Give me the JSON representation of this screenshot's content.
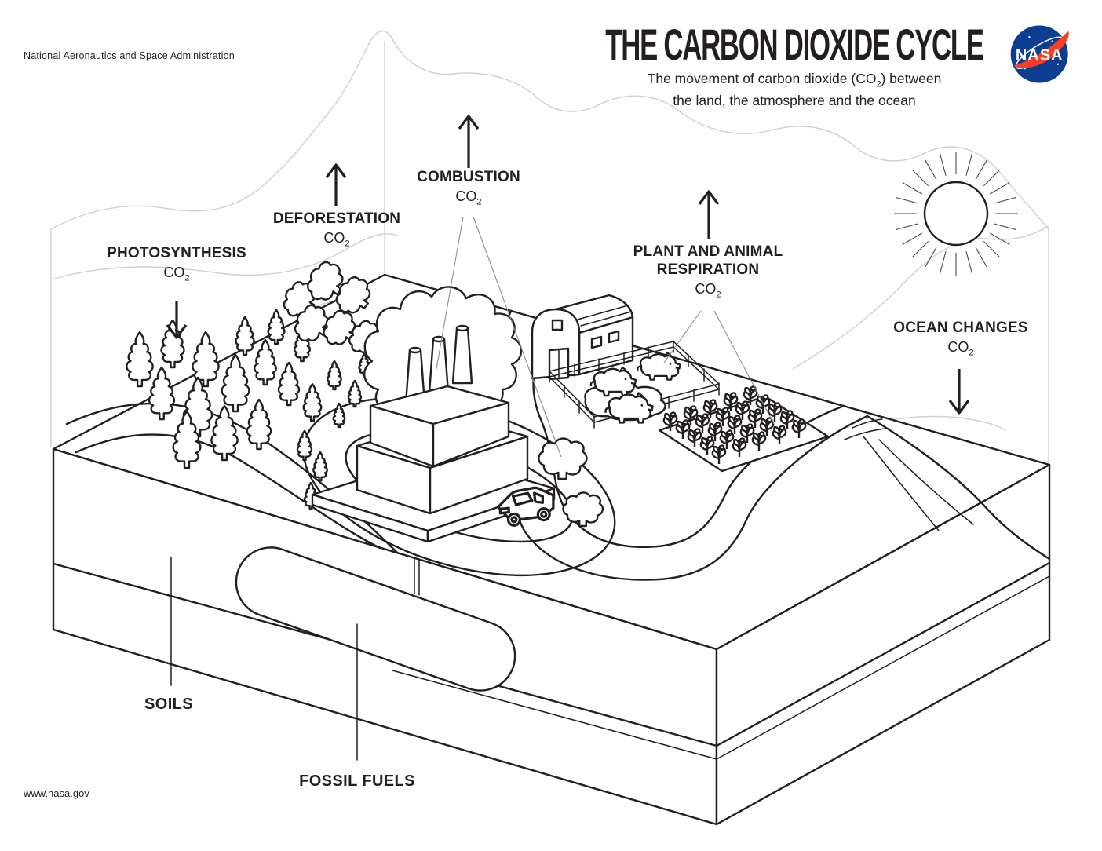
{
  "colors": {
    "ink": "#231f20",
    "cloud_line": "#cfcfcf",
    "pointer_line": "#8f8f8f",
    "nasa_blue": "#0B3D91",
    "nasa_red": "#FC3D21"
  },
  "header": {
    "agency": "National Aeronautics and Space Administration",
    "title": "THE CARBON DIOXIDE CYCLE",
    "subtitle": {
      "pre": "The movement of carbon dioxide (CO",
      "sub": "2",
      "post": ") between",
      "line2": "the land, the atmosphere and the ocean"
    }
  },
  "logo": {
    "label": "NASA"
  },
  "flux_labels": {
    "photosynthesis": {
      "title": "PHOTOSYNTHESIS",
      "gas": "CO",
      "gas_sub": "2",
      "direction": "down"
    },
    "deforestation": {
      "title": "DEFORESTATION",
      "gas": "CO",
      "gas_sub": "2",
      "direction": "up"
    },
    "combustion": {
      "title": "COMBUSTION",
      "gas": "CO",
      "gas_sub": "2",
      "direction": "up"
    },
    "respiration": {
      "line1": "PLANT AND ANIMAL",
      "line2": "RESPIRATION",
      "gas": "CO",
      "gas_sub": "2",
      "direction": "up"
    },
    "ocean_changes": {
      "title": "OCEAN CHANGES",
      "gas": "CO",
      "gas_sub": "2",
      "direction": "down"
    }
  },
  "layer_labels": {
    "soils": "SOILS",
    "fossil_fuels": "FOSSIL FUELS"
  },
  "footer": {
    "url": "www.nasa.gov"
  }
}
